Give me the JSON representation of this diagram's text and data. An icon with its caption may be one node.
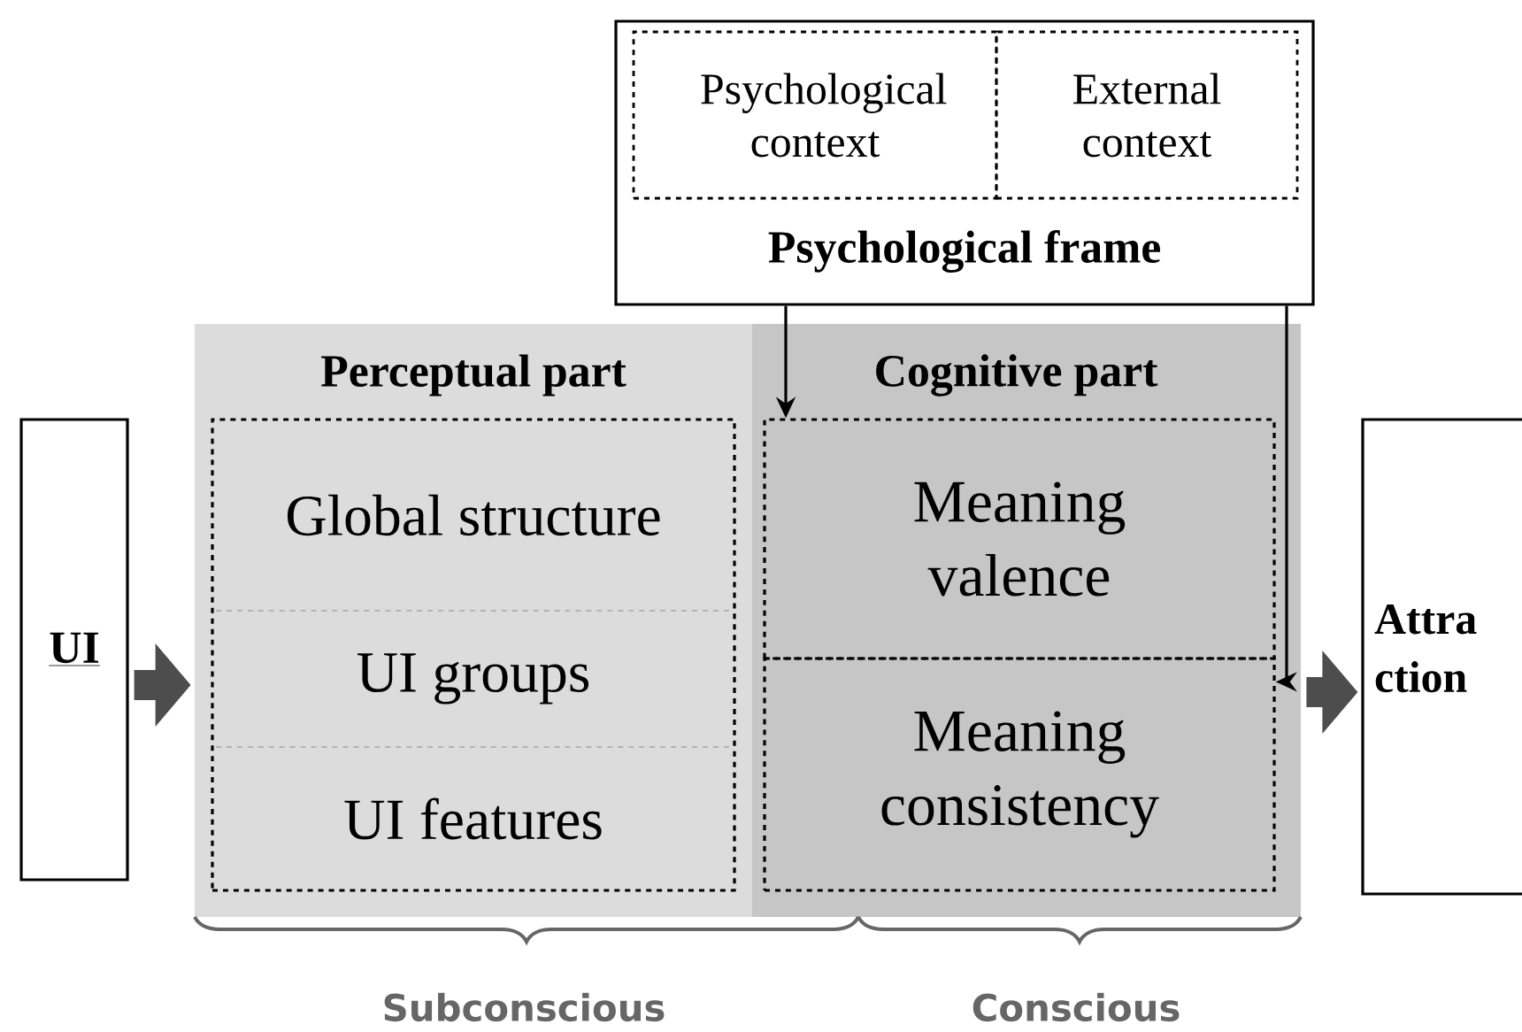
{
  "diagram": {
    "nodes": [
      {
        "text": [
          "Psychological frame"
        ]
      },
      {
        "text": [
          "Psychological context"
        ],
        "in": 0
      },
      {
        "text": [
          "External context"
        ],
        "in": 0
      },
      {
        "text": [
          "UI"
        ]
      },
      {
        "text": [
          "Perceptual part"
        ]
      },
      {
        "text": [],
        "shape": "box",
        "in": 4
      },
      {
        "text": [
          "Global structure"
        ],
        "in": 5
      },
      {
        "text": [
          "UI groups"
        ],
        "in": 5
      },
      {
        "text": [
          "UI features"
        ],
        "in": 5
      },
      {
        "text": [
          "Cognitive part"
        ]
      },
      {
        "text": [
          "Meaning valence"
        ],
        "in": 9
      },
      {
        "text": [
          "Meaning consistency"
        ],
        "in": 9
      },
      {
        "text": [
          "Attra ction"
        ]
      }
    ],
    "edges": [
      {
        "from": 3,
        "to": 4,
        "arrow": "to",
        "style": "thick"
      },
      {
        "from": 0,
        "to": 10,
        "arrow": "to"
      },
      {
        "from": 0,
        "to": 11,
        "arrow": "to"
      },
      {
        "from": 9,
        "to": 12,
        "arrow": "to",
        "style": "thick"
      }
    ],
    "labels": [
      "Subconscious",
      "Conscious"
    ]
  }
}
